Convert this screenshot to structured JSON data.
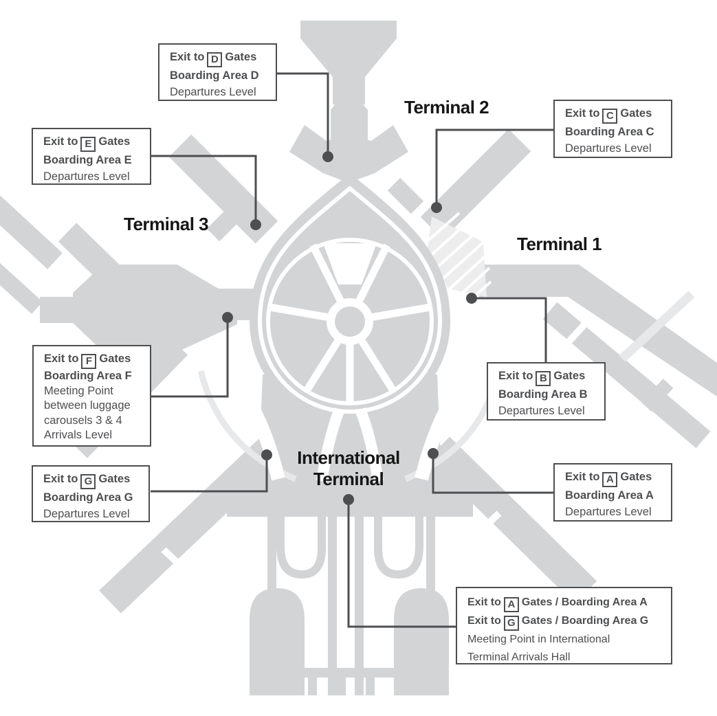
{
  "labels": {
    "terminal1": "Terminal 1",
    "terminal2": "Terminal 2",
    "terminal3": "Terminal 3",
    "international_line1": "International",
    "international_line2": "Terminal"
  },
  "callouts": {
    "d": {
      "exit_prefix": "Exit to",
      "letter": "D",
      "exit_suffix": "Gates",
      "boarding": "Boarding Area D",
      "level": "Departures Level"
    },
    "c": {
      "exit_prefix": "Exit to",
      "letter": "C",
      "exit_suffix": "Gates",
      "boarding": "Boarding Area C",
      "level": "Departures Level"
    },
    "e": {
      "exit_prefix": "Exit to",
      "letter": "E",
      "exit_suffix": "Gates",
      "boarding": "Boarding Area E",
      "level": "Departures Level"
    },
    "f": {
      "exit_prefix": "Exit to",
      "letter": "F",
      "exit_suffix": "Gates",
      "boarding": "Boarding Area F",
      "meeting1": "Meeting Point",
      "meeting2": "between luggage",
      "meeting3": "carousels 3 & 4",
      "level": "Arrivals Level"
    },
    "b": {
      "exit_prefix": "Exit to",
      "letter": "B",
      "exit_suffix": "Gates",
      "boarding": "Boarding Area B",
      "level": "Departures Level"
    },
    "g": {
      "exit_prefix": "Exit to",
      "letter": "G",
      "exit_suffix": "Gates",
      "boarding": "Boarding Area G",
      "level": "Departures Level"
    },
    "a": {
      "exit_prefix": "Exit to",
      "letter": "A",
      "exit_suffix": "Gates",
      "boarding": "Boarding Area A",
      "level": "Departures Level"
    },
    "international": {
      "line1_prefix": "Exit to",
      "line1_letter": "A",
      "line1_suffix": "Gates / Boarding Area A",
      "line2_prefix": "Exit to",
      "line2_letter": "G",
      "line2_suffix": "Gates / Boarding Area G",
      "line3": "Meeting Point in International",
      "line4": "Terminal Arrivals Hall"
    }
  },
  "colors": {
    "map_fill": "#d2d4d6",
    "light_road": "#e7e8ea",
    "hatch_light": "#ededee",
    "connector": "#4d4e50",
    "text": "#4d4e50",
    "label_black": "#161616"
  }
}
